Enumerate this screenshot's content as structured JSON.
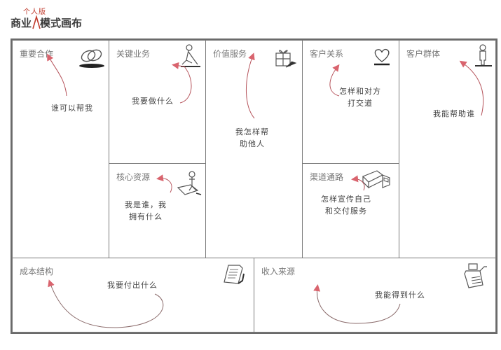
{
  "title": {
    "main_left": "商业",
    "main_right": "模式画布",
    "insert": "个人版"
  },
  "blocks": {
    "key_partners": {
      "label": "重要合作",
      "hint": "谁可以帮我",
      "icon": "linked-rings-icon"
    },
    "key_activities": {
      "label": "关键业务",
      "hint": "我要做什么",
      "icon": "worker-icon"
    },
    "key_resources": {
      "label": "核心资源",
      "hint_line1": "我是谁，我",
      "hint_line2": "拥有什么",
      "icon": "person-on-sofa-icon"
    },
    "value_propositions": {
      "label": "价值服务",
      "hint_line1": "我怎样帮",
      "hint_line2": "助他人",
      "icon": "gift-box-icon"
    },
    "customer_relationships": {
      "label": "客户关系",
      "hint_line1": "怎样和对方",
      "hint_line2": "打交道",
      "icon": "heart-icon"
    },
    "channels": {
      "label": "渠道通路",
      "hint_line1": "怎样宣传自己",
      "hint_line2": "和交付服务",
      "icon": "truck-icon"
    },
    "customer_segments": {
      "label": "客户群体",
      "hint": "我能帮助谁",
      "icon": "standing-person-icon"
    },
    "cost_structure": {
      "label": "成本结构",
      "hint": "我要付出什么",
      "icon": "receipt-icon"
    },
    "revenue_streams": {
      "label": "收入来源",
      "hint": "我能得到什么",
      "icon": "cash-register-icon"
    }
  },
  "colors": {
    "arrow": "#b5525a",
    "arrowhead": "#d9646e",
    "border": "#6a6a6a",
    "label": "#777777",
    "hint": "#444444"
  }
}
